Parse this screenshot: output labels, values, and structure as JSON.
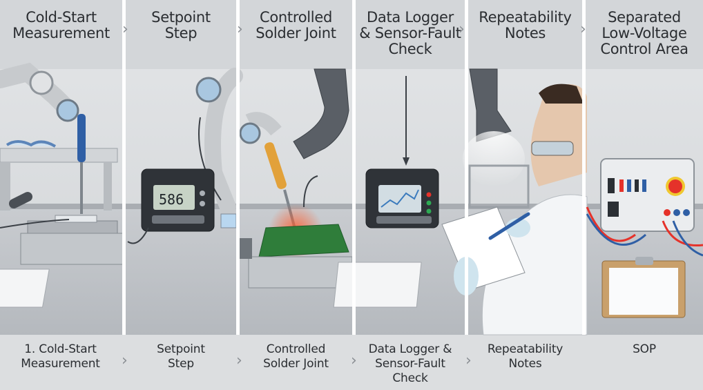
{
  "panels": [
    {
      "title": "Cold-Start\nMeasurement",
      "caption": "1. Cold-Start\nMeasurement"
    },
    {
      "title": "Setpoint\nStep",
      "caption": "Setpoint\nStep"
    },
    {
      "title": "Controlled\nSolder Joint",
      "caption": "Controlled\nSolder Joint"
    },
    {
      "title": "Data Logger\n& Sensor-Fault\nCheck",
      "caption": "Data Logger &\nSensor-Fault\nCheck"
    },
    {
      "title": "Repeatability\nNotes",
      "caption": "Repeatability\nNotes"
    },
    {
      "title": "Separated\nLow-Voltage\nControl Area",
      "caption": "SOP"
    }
  ],
  "meter_display": "586",
  "arrow_glyph": "›",
  "colors": {
    "background": "#d9dbdd",
    "divider": "#ffffff",
    "solder_glow": "#ff5a2a",
    "pcb": "#2f7d3a",
    "estop": "#e5322a"
  }
}
